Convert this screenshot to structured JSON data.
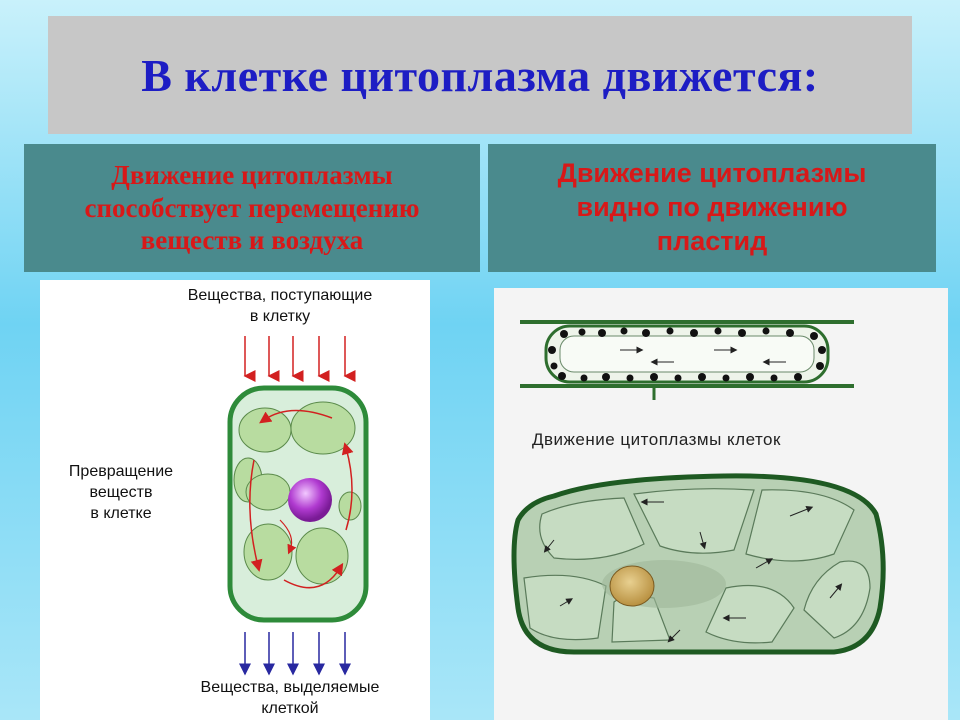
{
  "title": "В клетке  цитоплазма движется:",
  "left_panel": {
    "lines": [
      "Движение цитоплазмы",
      "способствует перемещению",
      "веществ  и воздуха"
    ]
  },
  "right_panel": {
    "lines": [
      "Движение цитоплазмы",
      "видно по движению",
      "пластид"
    ]
  },
  "left_figure": {
    "top_label_lines": [
      "Вещества, поступающие",
      "в клетку"
    ],
    "middle_label_lines": [
      "Превращение",
      "веществ",
      "в клетке"
    ],
    "bottom_label_lines": [
      "Вещества, выделяемые",
      "клеткой"
    ]
  },
  "right_figure": {
    "caption": "Движение цитоплазмы клеток"
  },
  "colors": {
    "title_text": "#1d1dc4",
    "panel_bg": "#4a8a8d",
    "panel_text": "#d81818",
    "cell_wall": "#2e8b3a",
    "cytoplasm": "#d8eedb",
    "chloroplast": "#b8dca0",
    "nucleus": "#b03ad0",
    "in_arrow": "#d22020",
    "out_arrow": "#2828a0"
  }
}
